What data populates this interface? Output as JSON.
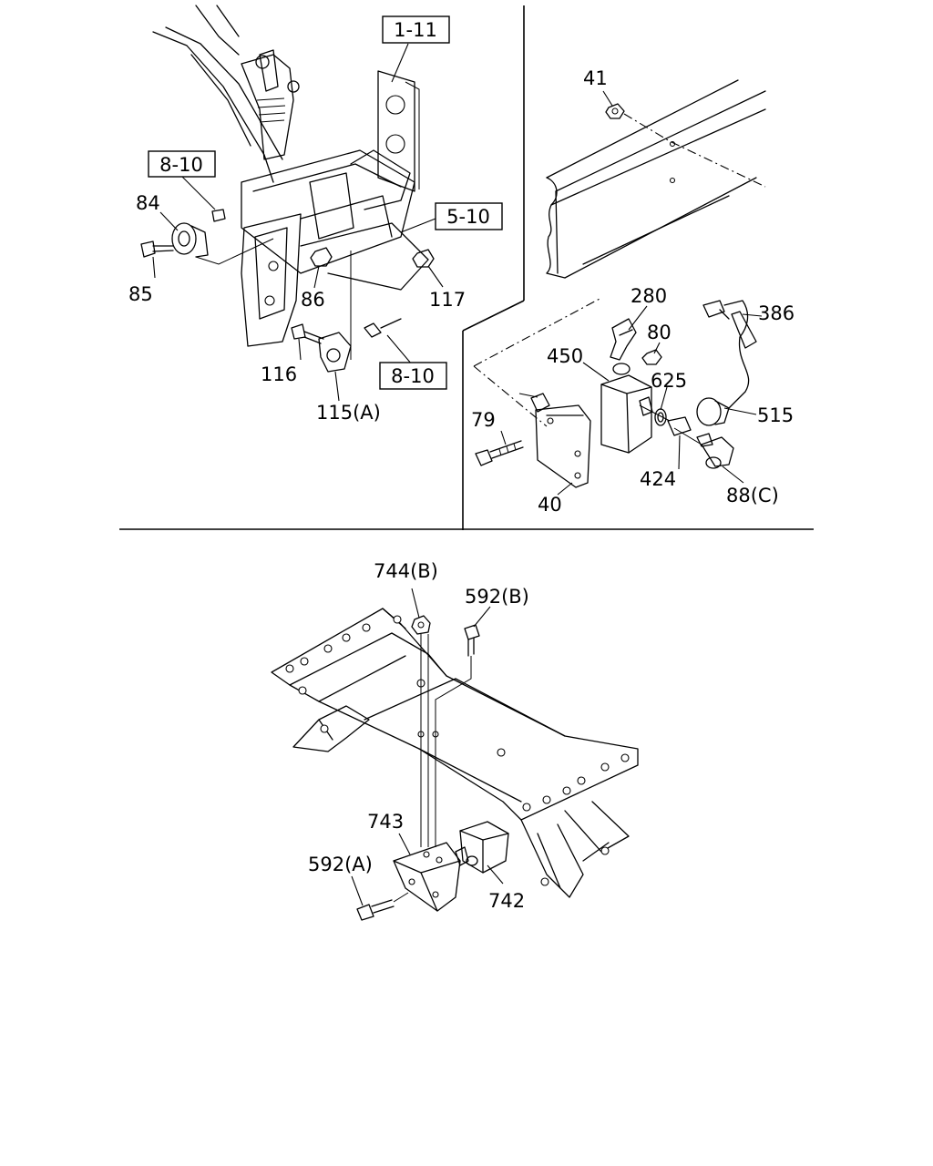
{
  "callouts": {
    "p41": "41",
    "p84": "84",
    "p85": "85",
    "p86": "86",
    "p117": "117",
    "p116": "116",
    "p115a": "115(A)",
    "p280": "280",
    "p80": "80",
    "p386": "386",
    "p450": "450",
    "p625": "625",
    "p515": "515",
    "p79": "79",
    "p424": "424",
    "p88c": "88(C)",
    "p40": "40",
    "p744b": "744(B)",
    "p592b": "592(B)",
    "p743": "743",
    "p592a": "592(A)",
    "p742": "742"
  },
  "references": {
    "ref_1_11": "1-11",
    "ref_8_10_top": "8-10",
    "ref_5_10": "5-10",
    "ref_8_10_bottom": "8-10"
  }
}
